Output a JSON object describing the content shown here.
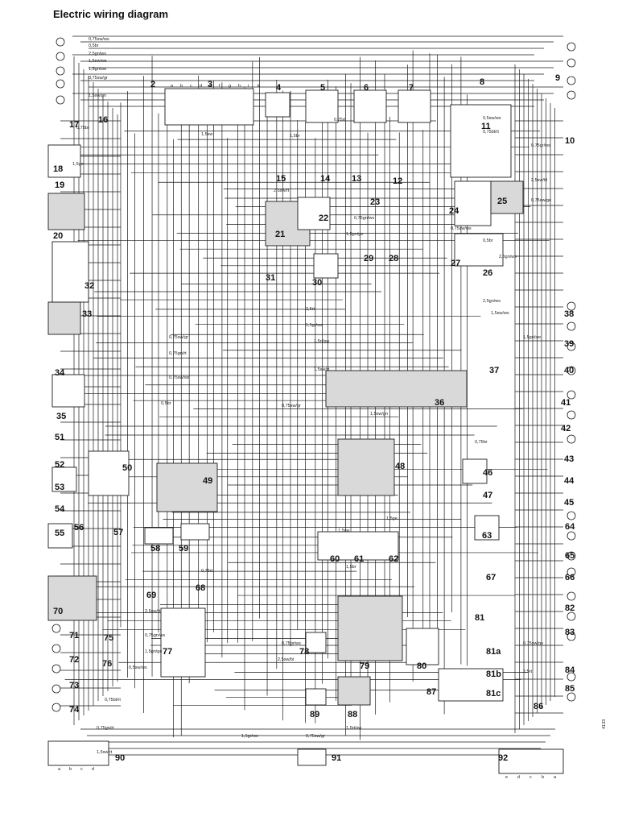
{
  "title": "Electric wiring diagram",
  "component_numbers": [
    "2",
    "3",
    "4",
    "5",
    "6",
    "7",
    "8",
    "9",
    "10",
    "11",
    "12",
    "13",
    "14",
    "15",
    "16",
    "17",
    "18",
    "19",
    "20",
    "21",
    "22",
    "23",
    "24",
    "25",
    "26",
    "27",
    "28",
    "29",
    "30",
    "31",
    "32",
    "33",
    "34",
    "35",
    "36",
    "37",
    "38",
    "39",
    "40",
    "41",
    "42",
    "43",
    "44",
    "45",
    "46",
    "47",
    "48",
    "49",
    "50",
    "51",
    "52",
    "53",
    "54",
    "55",
    "56",
    "57",
    "58",
    "59",
    "60",
    "61",
    "62",
    "63",
    "64",
    "65",
    "66",
    "67",
    "68",
    "69",
    "70",
    "71",
    "72",
    "73",
    "74",
    "75",
    "76",
    "77",
    "78",
    "79",
    "80",
    "81",
    "81a",
    "81b",
    "81c",
    "82",
    "83",
    "84",
    "85",
    "86",
    "87",
    "88",
    "89",
    "90",
    "91",
    "92"
  ],
  "wire_labels": [
    "0,75sw/ws",
    "0,5br",
    "2,5gn/ws",
    "1,5sw/ws",
    "1,5gn/sw",
    "0,75sw/gr",
    "1,5sw/gn",
    "0,75br",
    "1,5ge",
    "1,5sw",
    "1,5br",
    "0,75rt",
    "2,5sw/rt",
    "0,75gn/ws",
    "1,5gn/ge",
    "0,5sw/ws",
    "0,75bl/rt",
    "0,75gr/ws",
    "2,5sw/bl",
    "0,75sw/ge",
    "2,5rt",
    "1,5gr/ws",
    "0,75sw/gr",
    "1,5rt/sw",
    "0,75gn/rt",
    "1,5sw/rt"
  ],
  "connector_letters": [
    "a",
    "b",
    "c",
    "d",
    "e",
    "f",
    "g",
    "h",
    "i",
    "k"
  ],
  "plug_pins": [
    "a",
    "b",
    "c",
    "d"
  ],
  "plug_pins_reverse": [
    "e",
    "d",
    "c",
    "b",
    "a"
  ],
  "side_code": "4133"
}
